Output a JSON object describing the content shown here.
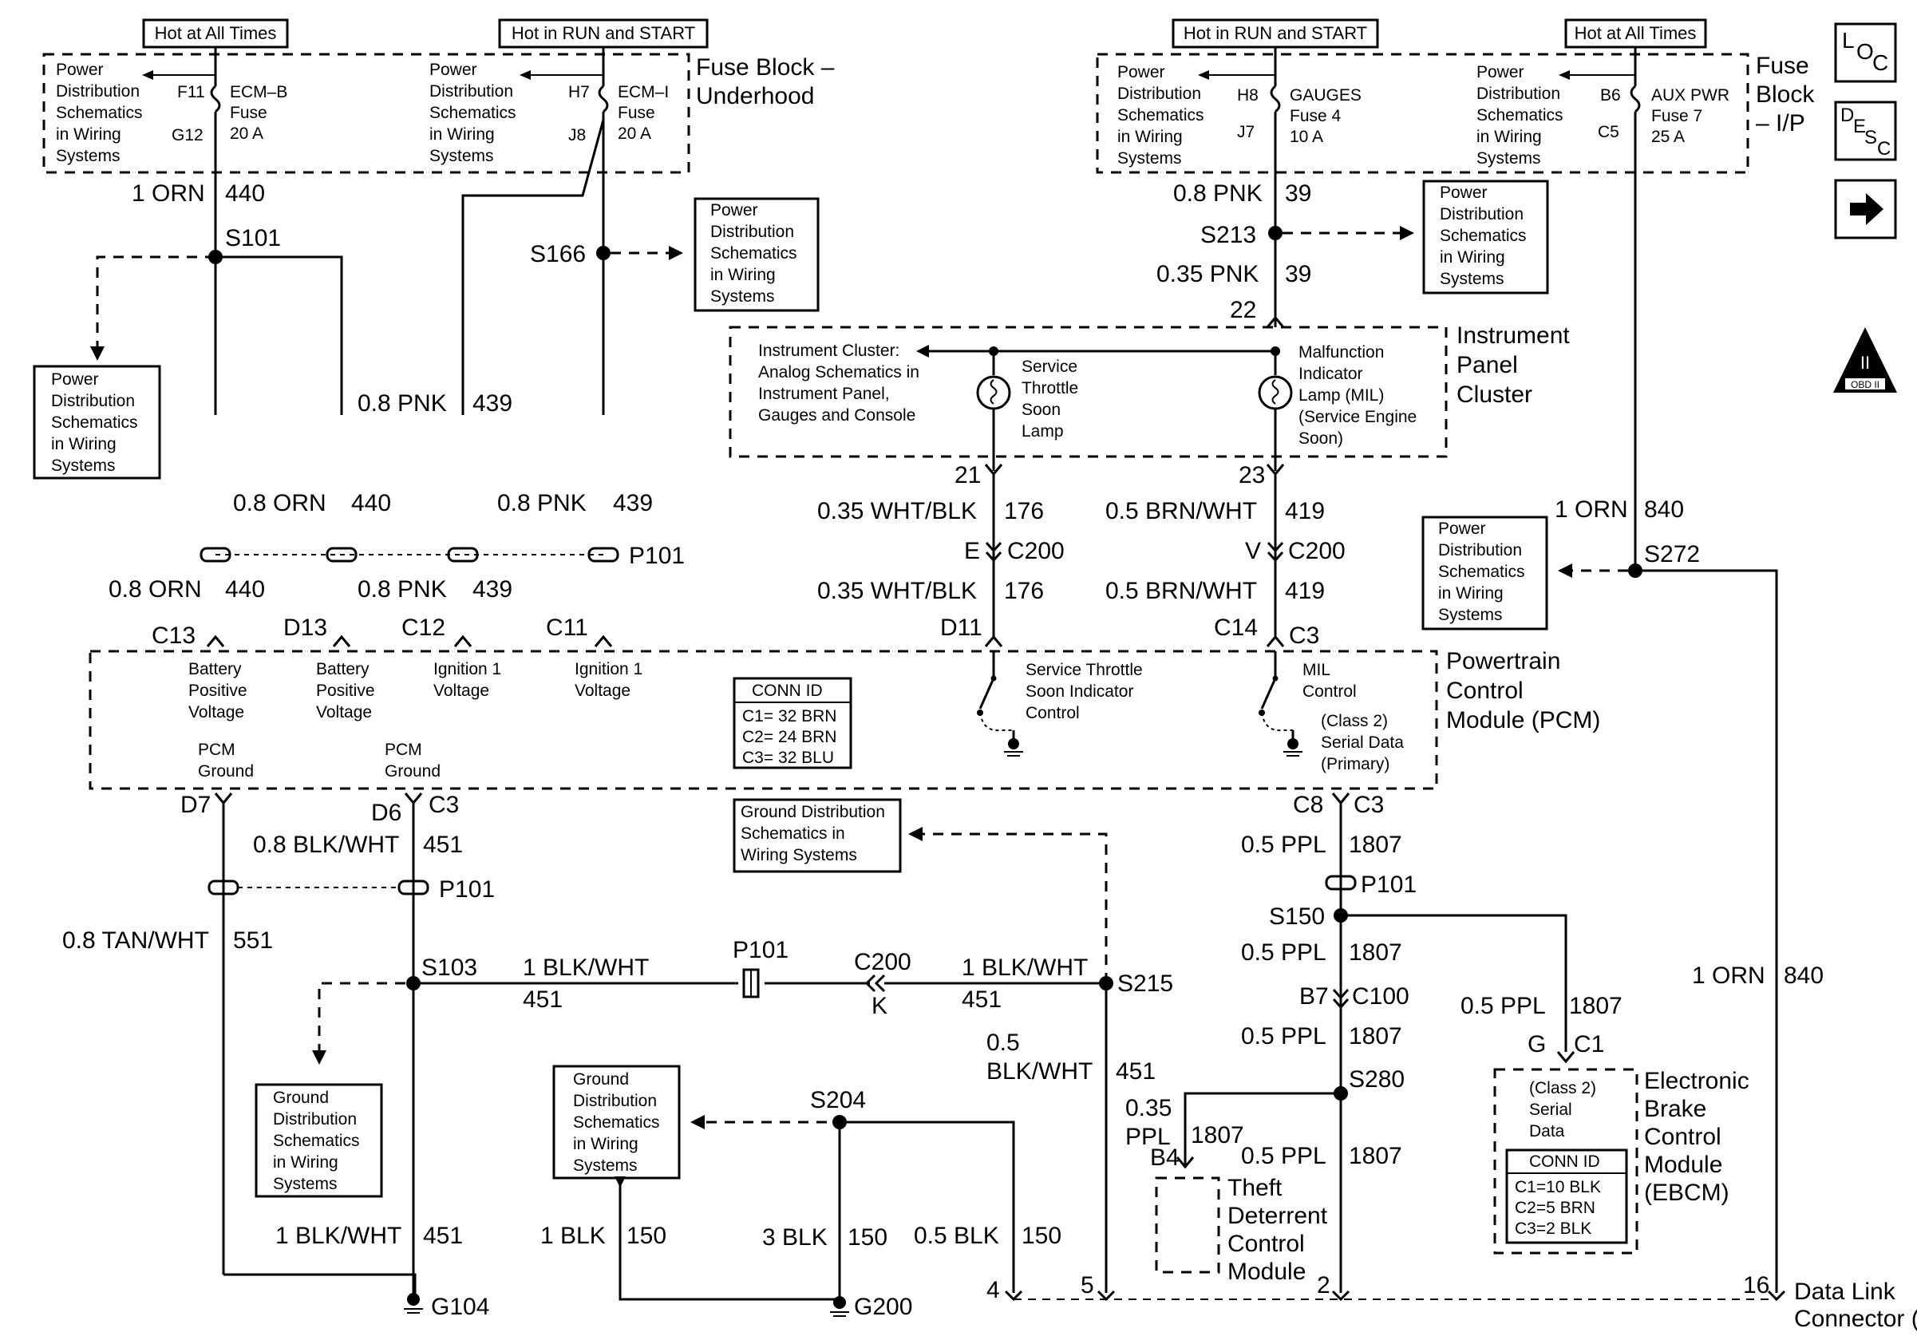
{
  "fuse_blocks": {
    "underhood": {
      "name": "Fuse Block –\nUnderhood",
      "hot_at_all_times": "Hot at All Times",
      "hot_in_run_start": "Hot in RUN and START",
      "fuse_ecm_b": {
        "pin_in": "F11",
        "pin_out": "G12",
        "name": "ECM–B",
        "type": "Fuse",
        "rating": "20 A"
      },
      "fuse_ecm_i": {
        "pin_in": "H7",
        "pin_out": "J8",
        "name": "ECM–I",
        "type": "Fuse",
        "rating": "20 A"
      }
    },
    "ip": {
      "name": "Fuse\nBlock\n– I/P",
      "hot_in_run_start": "Hot in RUN and START",
      "hot_at_all_times": "Hot at All Times",
      "fuse_gauges": {
        "pin_in": "H8",
        "pin_out": "J7",
        "name": "GAUGES",
        "type": "Fuse 4",
        "rating": "10 A"
      },
      "fuse_aux": {
        "pin_in": "B6",
        "pin_out": "C5",
        "name": "AUX PWR",
        "type": "Fuse 7",
        "rating": "25 A"
      }
    }
  },
  "ref": {
    "power_dist": "Power\nDistribution\nSchematics\nin Wiring\nSystems",
    "ground_dist": "Ground\nDistribution\nSchematics\nin Wiring\nSystems",
    "ground_dist_wide": "Ground Distribution\nSchematics in\nWiring Systems"
  },
  "wires": {
    "w440_1": "1 ORN",
    "c440": "440",
    "w440_08a": "0.8 ORN",
    "w440_08b": "0.8 ORN",
    "w439_pnk_a": "0.8 PNK",
    "c439": "439",
    "w439_pnk_b": "0.8 PNK",
    "w439_pnk_c": "0.8 PNK",
    "w39_08": "0.8 PNK",
    "c39": "39",
    "w39_035": "0.35 PNK",
    "w176": "0.35 WHT/BLK",
    "c176": "176",
    "w419": "0.5 BRN/WHT",
    "c419": "419",
    "w840": "1 ORN",
    "c840": "840",
    "w451_08": "0.8 BLK/WHT",
    "c451": "451",
    "w551": "0.8 TAN/WHT",
    "c551": "551",
    "w451_1a": "1 BLK/WHT",
    "w451_1b": "1 BLK/WHT",
    "w451_1c": "1 BLK/WHT",
    "w451_05": "0.5\nBLK/WHT",
    "w1807": "0.5 PPL",
    "c1807": "1807",
    "w1807_035": "0.35\nPPL",
    "w150_1": "1 BLK",
    "w150_3": "3 BLK",
    "w150_05": "0.5 BLK",
    "c150": "150"
  },
  "splices": {
    "s101": "S101",
    "s166": "S166",
    "s213": "S213",
    "s272": "S272",
    "s103": "S103",
    "s215": "S215",
    "s204": "S204",
    "s150": "S150",
    "s280": "S280"
  },
  "connectors": {
    "p101": "P101",
    "c200": "C200",
    "c100": "C100",
    "c1": "C1",
    "c3": "C3",
    "e": "E",
    "v": "V",
    "k": "K",
    "b7": "B7",
    "g": "G",
    "b4": "B4",
    "d7": "D7",
    "d6": "D6",
    "c8": "C8",
    "c13": "C13",
    "d13": "D13",
    "c12": "C12",
    "c11": "C11",
    "d11": "D11",
    "c14": "C14",
    "p21": "21",
    "p22": "22",
    "p23": "23",
    "dlc_4": "4",
    "dlc_5": "5",
    "dlc_2": "2",
    "dlc_16": "16"
  },
  "grounds": {
    "g104": "G104",
    "g200": "G200"
  },
  "ipc": {
    "title": "Instrument\nPanel\nCluster",
    "analog": "Instrument Cluster:\nAnalog Schematics in\nInstrument Panel,\nGauges and Console",
    "stsl": "Service\nThrottle\nSoon\nLamp",
    "mil": "Malfunction\nIndicator\nLamp (MIL)\n(Service Engine\nSoon)"
  },
  "pcm": {
    "title": "Powertrain\nControl\nModule (PCM)",
    "bat1": "Battery\nPositive\nVoltage",
    "bat2": "Battery\nPositive\nVoltage",
    "ign1": "Ignition 1\nVoltage",
    "ign2": "Ignition 1\nVoltage",
    "gnd1": "PCM\nGround",
    "gnd2": "PCM\nGround",
    "stsl_ctrl": "Service Throttle\nSoon Indicator\nControl",
    "mil_ctrl": "MIL\nControl",
    "serial": "(Class 2)\nSerial Data\n(Primary)",
    "conn_title": "CONN ID",
    "conn_lines": "C1= 32 BRN\nC2= 24 BRN\nC3= 32 BLU"
  },
  "ebcm": {
    "title": "Electronic\nBrake\nControl\nModule\n(EBCM)",
    "serial": "(Class 2)\nSerial\nData",
    "conn_title": "CONN ID",
    "conn_lines": "C1=10 BLK\nC2=5 BRN\nC3=2 BLK"
  },
  "tdcm": {
    "title": "Theft\nDeterrent\nControl\nModule"
  },
  "dlc": {
    "title": "Data Link\nConnector (DLC)"
  },
  "side_icons": {
    "loc": "LOC",
    "desc": "DESC",
    "arrow": "arrow-right-icon",
    "obd": "OBD II",
    "obd_roman": "II"
  }
}
